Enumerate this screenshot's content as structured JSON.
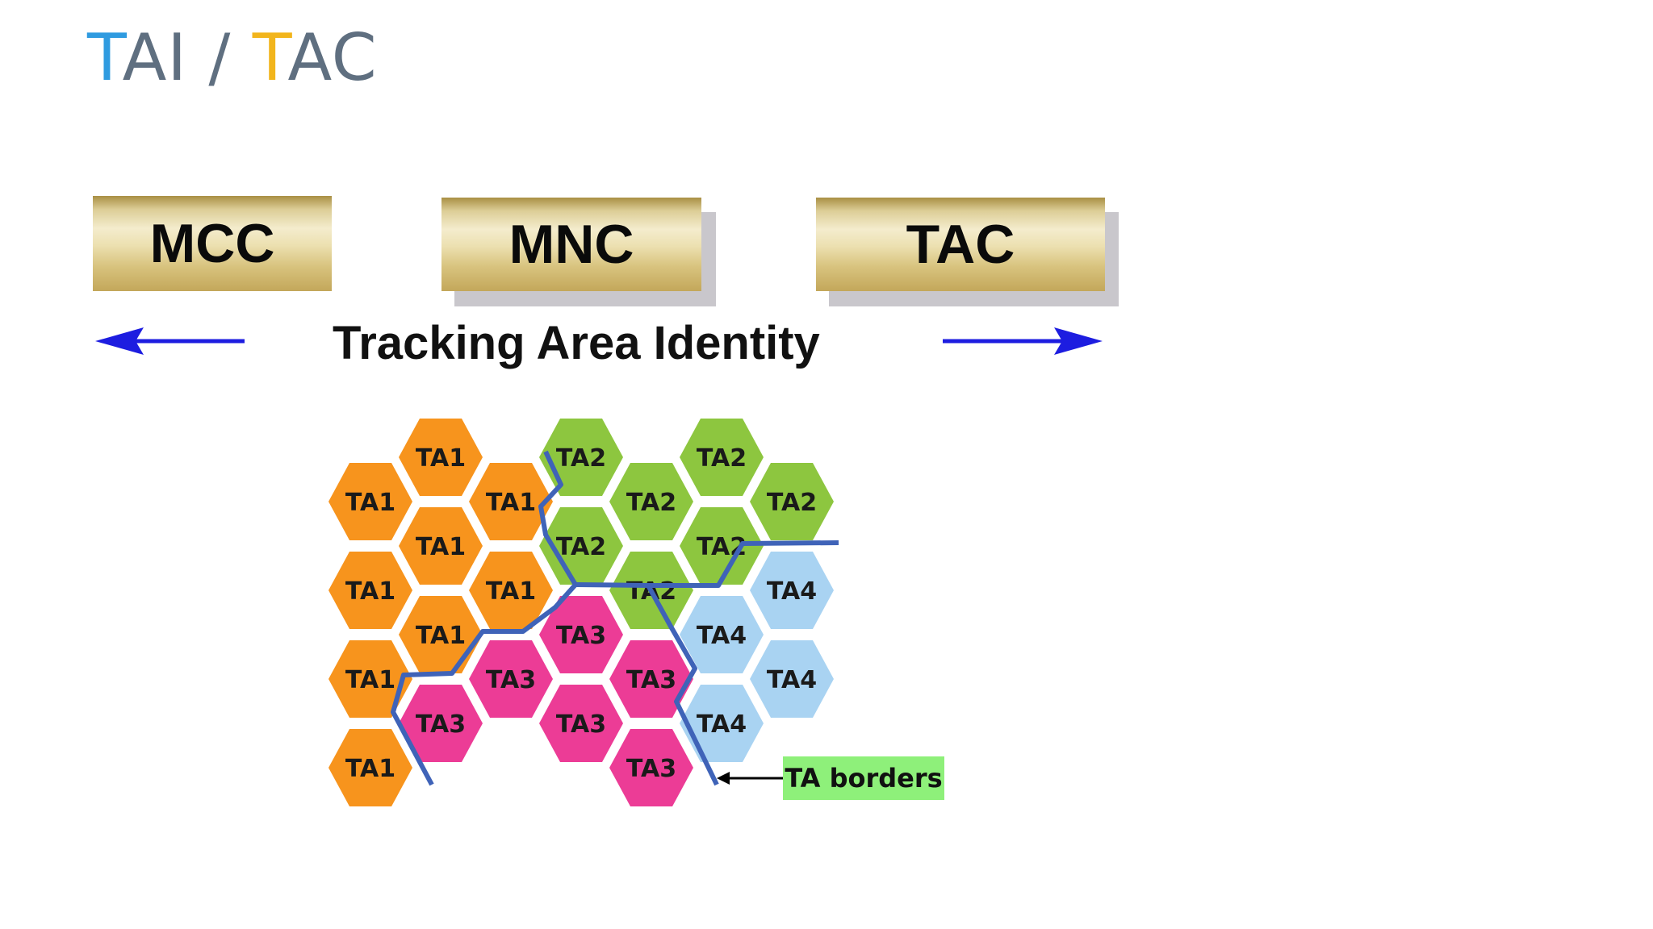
{
  "slide": {
    "title_parts": [
      "T",
      "AI / ",
      "T",
      "AC"
    ]
  },
  "identity": {
    "fields": [
      "MCC",
      "MNC",
      "TAC"
    ],
    "label": "Tracking Area Identity"
  },
  "map": {
    "cells": [
      {
        "label": "TA1",
        "col": 0,
        "row": 1
      },
      {
        "label": "TA1",
        "col": 0,
        "row": 3
      },
      {
        "label": "TA1",
        "col": 0,
        "row": 5
      },
      {
        "label": "TA1",
        "col": 0,
        "row": 7
      },
      {
        "label": "TA1",
        "col": 1,
        "row": 0
      },
      {
        "label": "TA1",
        "col": 1,
        "row": 2
      },
      {
        "label": "TA1",
        "col": 1,
        "row": 4
      },
      {
        "label": "TA3",
        "col": 1,
        "row": 6
      },
      {
        "label": "TA1",
        "col": 2,
        "row": 1
      },
      {
        "label": "TA1",
        "col": 2,
        "row": 3
      },
      {
        "label": "TA3",
        "col": 2,
        "row": 5
      },
      {
        "label": "TA2",
        "col": 3,
        "row": 0
      },
      {
        "label": "TA2",
        "col": 3,
        "row": 2
      },
      {
        "label": "TA3",
        "col": 3,
        "row": 4
      },
      {
        "label": "TA3",
        "col": 3,
        "row": 6
      },
      {
        "label": "TA2",
        "col": 4,
        "row": 1
      },
      {
        "label": "TA2",
        "col": 4,
        "row": 3
      },
      {
        "label": "TA3",
        "col": 4,
        "row": 5
      },
      {
        "label": "TA3",
        "col": 4,
        "row": 7
      },
      {
        "label": "TA2",
        "col": 5,
        "row": 0
      },
      {
        "label": "TA2",
        "col": 5,
        "row": 2
      },
      {
        "label": "TA4",
        "col": 5,
        "row": 4
      },
      {
        "label": "TA4",
        "col": 5,
        "row": 6
      },
      {
        "label": "TA2",
        "col": 6,
        "row": 1
      },
      {
        "label": "TA4",
        "col": 6,
        "row": 3
      },
      {
        "label": "TA4",
        "col": 6,
        "row": 5
      }
    ],
    "colors": {
      "TA1": "#f7941d",
      "TA2": "#8dc63f",
      "TA3": "#ec3c96",
      "TA4": "#a9d3f2",
      "border_line": "#3f63b8",
      "border_label_bg": "#8ef07a",
      "arrow": "#1d1de0"
    },
    "border_label": "TA borders"
  }
}
